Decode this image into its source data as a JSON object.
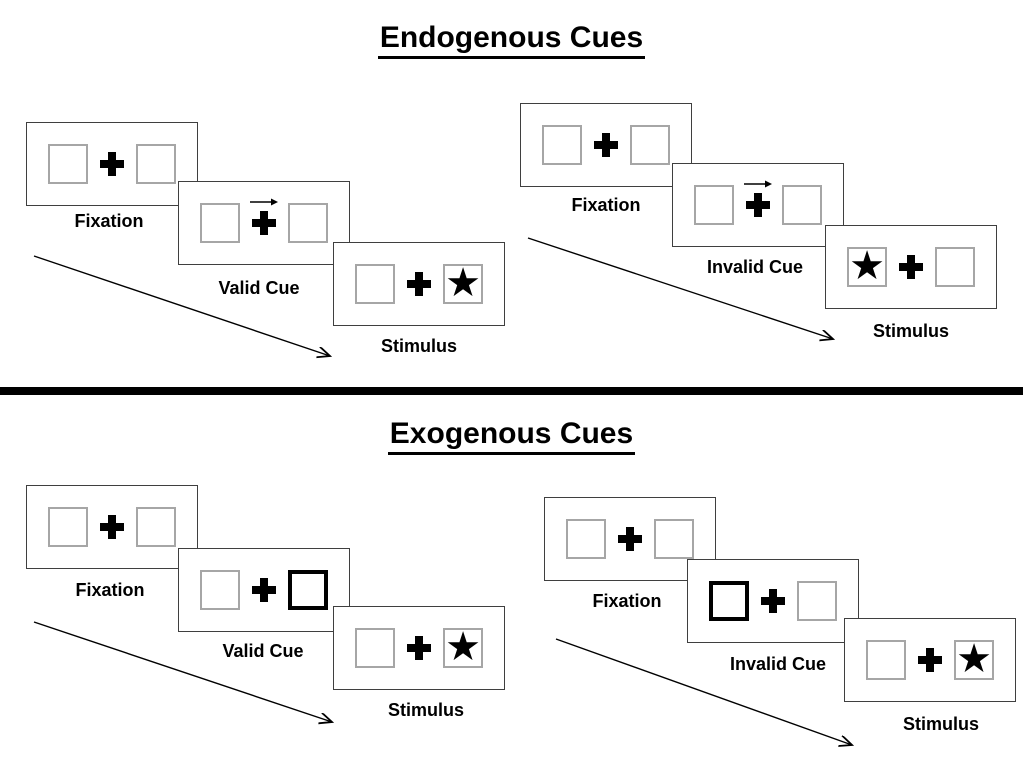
{
  "glyphs": {
    "star": "★"
  },
  "colors": {
    "ink": "#000000",
    "background": "#ffffff",
    "panel_border": "#3f3f3f",
    "box_border": "#a6a6a6",
    "bold_box_border": "#000000",
    "divider": "#000000"
  },
  "sections": [
    {
      "title": "Endogenous Cues",
      "sequences": [
        {
          "name": "valid",
          "panels": [
            {
              "label": "Fixation",
              "variant": "plain"
            },
            {
              "label": "Valid Cue",
              "variant": "arrow-cue"
            },
            {
              "label": "Stimulus",
              "variant": "star-right"
            }
          ]
        },
        {
          "name": "invalid",
          "panels": [
            {
              "label": "Fixation",
              "variant": "plain"
            },
            {
              "label": "Invalid Cue",
              "variant": "arrow-cue"
            },
            {
              "label": "Stimulus",
              "variant": "star-left"
            }
          ]
        }
      ]
    },
    {
      "title": "Exogenous Cues",
      "sequences": [
        {
          "name": "valid",
          "panels": [
            {
              "label": "Fixation",
              "variant": "plain"
            },
            {
              "label": "Valid Cue",
              "variant": "bold-right"
            },
            {
              "label": "Stimulus",
              "variant": "star-right"
            }
          ]
        },
        {
          "name": "invalid",
          "panels": [
            {
              "label": "Fixation",
              "variant": "plain"
            },
            {
              "label": "Invalid Cue",
              "variant": "bold-left"
            },
            {
              "label": "Stimulus",
              "variant": "star-right"
            }
          ]
        }
      ]
    }
  ]
}
